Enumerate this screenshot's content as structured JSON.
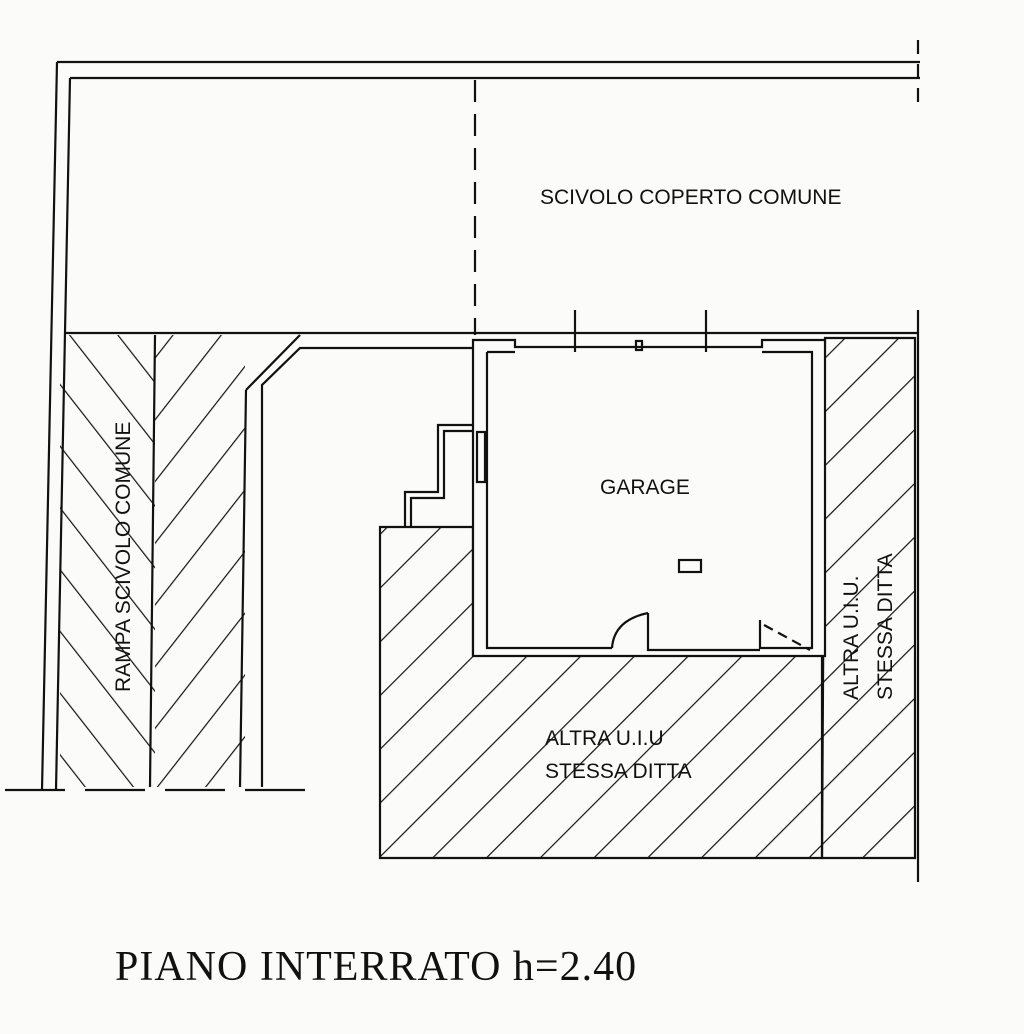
{
  "plan": {
    "title": "PIANO INTERRATO h=2.40",
    "rooms": {
      "covered_ramp": "SCIVOLO COPERTO COMUNE",
      "garage": "GARAGE",
      "ramp": "RAMPA SCIVOLO COMUNE",
      "other_unit_bottom_line1": "ALTRA U.I.U",
      "other_unit_bottom_line2": "STESSA DITTA",
      "other_unit_right_line1": "ALTRA U.I.U.",
      "other_unit_right_line2": "STESSA DITTA"
    }
  }
}
